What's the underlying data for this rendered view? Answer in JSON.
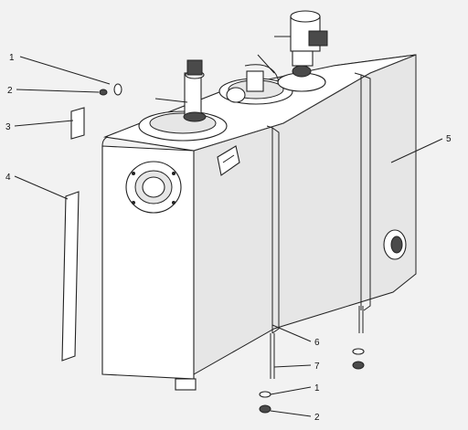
{
  "callouts": {
    "c1_top": "1",
    "c2_top": "2",
    "c3": "3",
    "c4": "4",
    "c5": "5",
    "c6": "6",
    "c7": "7",
    "c1_bottom": "1",
    "c2_bottom": "2"
  },
  "colors": {
    "background": "#f2f2f2",
    "line": "#222222",
    "watermark": "#d9dcdc"
  }
}
